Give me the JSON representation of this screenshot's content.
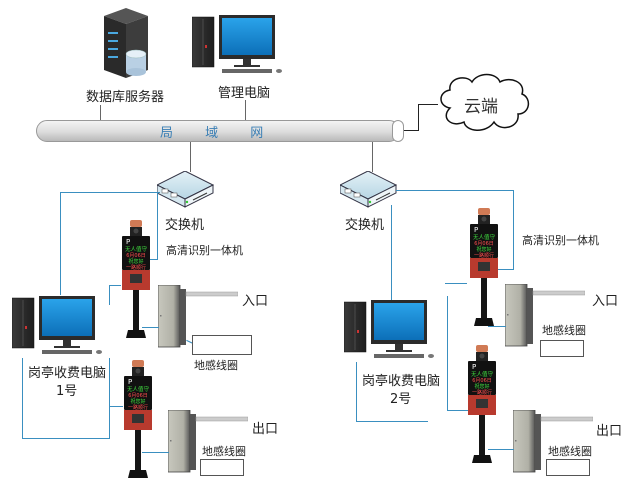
{
  "top": {
    "db_server_label": "数据库服务器",
    "mgmt_pc_label": "管理电脑"
  },
  "network": {
    "lan_label": "局 域 网",
    "cloud_label": "云端"
  },
  "left_group": {
    "switch_label": "交换机",
    "camera_label": "高清识别一体机",
    "entry_label": "入口",
    "exit_label": "出口",
    "loop_entry_label": "地感线圈",
    "loop_exit_label": "地感线圈",
    "booth_pc_label": "岗亭收费电脑",
    "booth_pc_number": "1号"
  },
  "right_group": {
    "switch_label": "交换机",
    "camera_label": "高清识别一体机",
    "entry_label": "入口",
    "exit_label": "出口",
    "loop_entry_label": "地感线圈",
    "loop_exit_label": "地感线圈",
    "booth_pc_label": "岗亭收费电脑",
    "booth_pc_number": "2号"
  },
  "kiosk_display": {
    "p_sign": "P",
    "line1": "无人值守",
    "line2": "6月06日",
    "line3": "祝您好",
    "line4": "一路顺行"
  },
  "colors": {
    "link_line": "#3a8fc0",
    "lan_text": "#3a7fb5",
    "kiosk_body": "#b83a2e",
    "screen_blue": "#1a8ad4"
  }
}
